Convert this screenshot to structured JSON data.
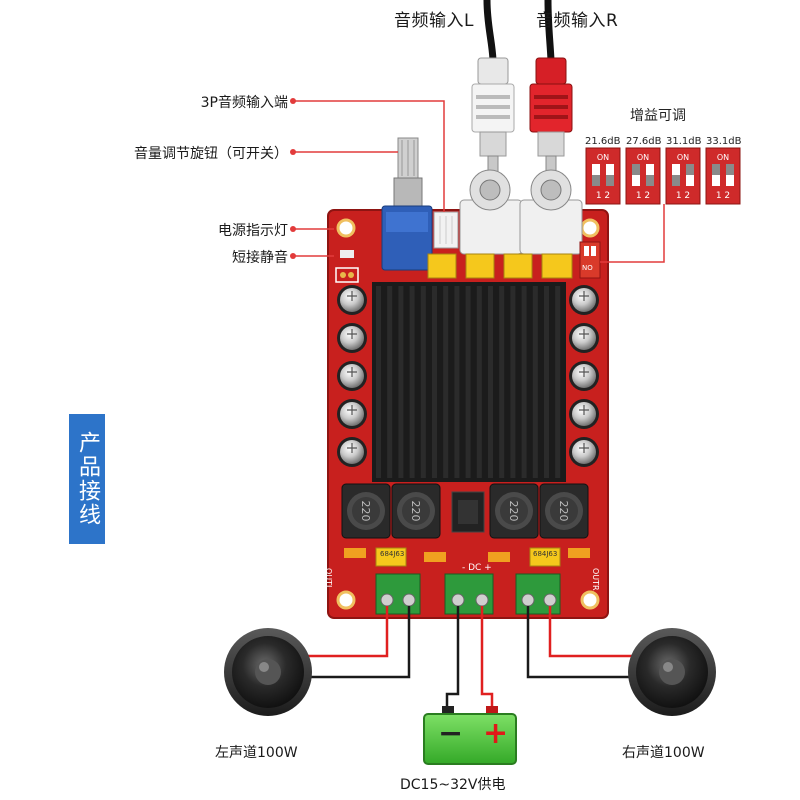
{
  "inputs": {
    "left_label": "音频输入L",
    "right_label": "音频输入R"
  },
  "callouts": {
    "input_3p": "3P音频输入端",
    "volume_knob": "音量调节旋钮（可开关）",
    "power_led": "电源指示灯",
    "mute_short": "短接静音"
  },
  "gain": {
    "title": "增益可调",
    "switch_text": "ON",
    "settings": [
      {
        "value": "21.6dB",
        "pins": "1 2"
      },
      {
        "value": "27.6dB",
        "pins": "1 2"
      },
      {
        "value": "31.1dB",
        "pins": "1 2"
      },
      {
        "value": "33.1dB",
        "pins": "1 2"
      }
    ]
  },
  "side_tab": "产品接线",
  "board": {
    "inductor_label": "220",
    "cap_label": "684J63",
    "dc_label": "- DC +",
    "out_left": "OUTL",
    "out_right": "OUTR",
    "dip_on": "NO"
  },
  "speakers": {
    "left_label": "左声道100W",
    "right_label": "右声道100W"
  },
  "battery": {
    "minus": "−",
    "plus": "+",
    "label": "DC15~32V供电"
  },
  "colors": {
    "board_red": "#c8201e",
    "wire_red": "#e02020",
    "wire_black": "#1a1a1a",
    "callout_red": "#e23b3b",
    "terminal_green": "#2e9a3c",
    "battery_green": "#46c23a",
    "heatsink": "#1b1b1b"
  }
}
